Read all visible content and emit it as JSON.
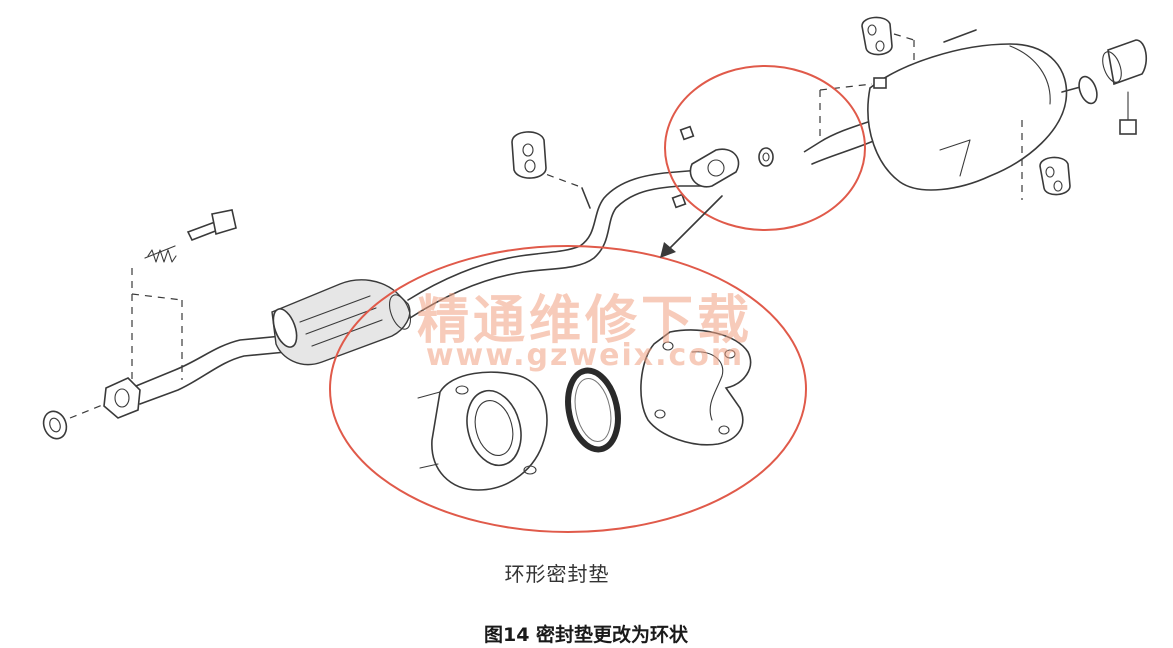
{
  "diagram": {
    "part_label": "环形密封垫",
    "caption": "图14  密封垫更改为环状",
    "watermark": {
      "line1": "精通维修下载",
      "line2": "www.gzweix.com"
    },
    "highlight_color": "#e05a4a"
  }
}
